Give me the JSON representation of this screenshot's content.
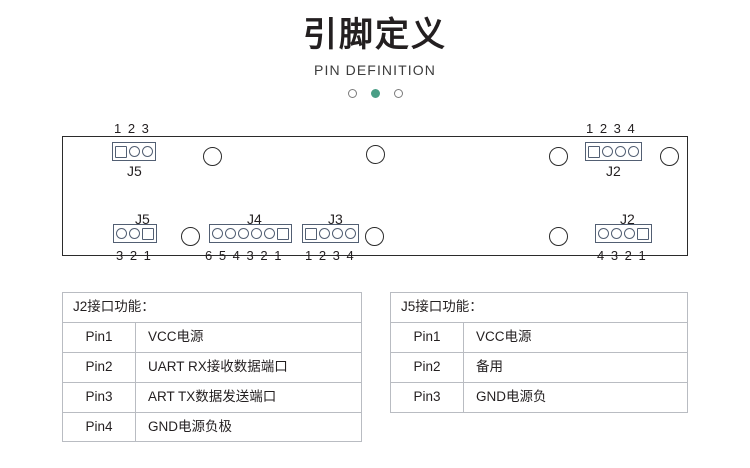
{
  "header": {
    "title_cn": "引脚定义",
    "title_en": "PIN DEFINITION",
    "dots": [
      {
        "name": "dot-1",
        "active": false
      },
      {
        "name": "dot-2",
        "active": true
      },
      {
        "name": "dot-3",
        "active": false
      }
    ],
    "accent_color": "#4a9e86"
  },
  "board": {
    "outline_color": "#2b2b2b",
    "connector_color": "#525f73",
    "connectors": [
      {
        "id": "j5-top",
        "name": "J5",
        "pin_numbers": "1 2 3",
        "pin_count": 3,
        "square_pin": "left",
        "numbers_position": "above",
        "name_position": "below"
      },
      {
        "id": "j2-top",
        "name": "J2",
        "pin_numbers": "1 2 3 4",
        "pin_count": 4,
        "square_pin": "left",
        "numbers_position": "above",
        "name_position": "below"
      },
      {
        "id": "j5-bottom",
        "name": "J5",
        "pin_numbers": "3 2 1",
        "pin_count": 3,
        "square_pin": "right",
        "numbers_position": "below",
        "name_position": "above"
      },
      {
        "id": "j4-bottom",
        "name": "J4",
        "pin_numbers": "6 5 4 3 2 1",
        "pin_count": 6,
        "square_pin": "right",
        "numbers_position": "below",
        "name_position": "above"
      },
      {
        "id": "j3-bottom",
        "name": "J3",
        "pin_numbers": "1 2 3 4",
        "pin_count": 4,
        "square_pin": "left",
        "numbers_position": "below",
        "name_position": "above"
      },
      {
        "id": "j2-bottom",
        "name": "J2",
        "pin_numbers": "4 3 2 1",
        "pin_count": 4,
        "square_pin": "right",
        "numbers_position": "below",
        "name_position": "above"
      }
    ],
    "mounting_holes": 7
  },
  "tables": {
    "j2": {
      "heading": "J2接口功能：",
      "rows": [
        {
          "pin": "Pin1",
          "function": "VCC电源"
        },
        {
          "pin": "Pin2",
          "function": "UART  RX接收数据端口"
        },
        {
          "pin": "Pin3",
          "function": "ART  TX数据发送端口"
        },
        {
          "pin": "Pin4",
          "function": "GND电源负极"
        }
      ]
    },
    "j5": {
      "heading": "J5接口功能：",
      "rows": [
        {
          "pin": "Pin1",
          "function": "VCC电源"
        },
        {
          "pin": "Pin2",
          "function": "备用"
        },
        {
          "pin": "Pin3",
          "function": "GND电源负"
        }
      ]
    }
  }
}
